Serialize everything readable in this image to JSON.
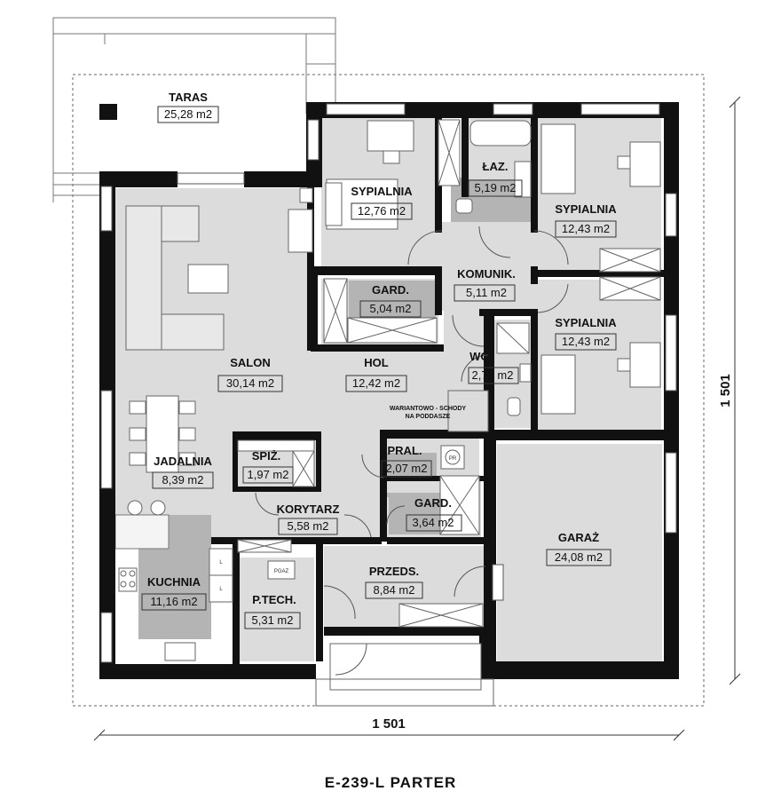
{
  "plan_title": "E-239-L PARTER",
  "dimensions": {
    "width": "1 501",
    "height": "1 501"
  },
  "rooms": {
    "taras": {
      "name": "TARAS",
      "area": "25,28 m2"
    },
    "sypialnia1": {
      "name": "SYPIALNIA",
      "area": "12,76 m2"
    },
    "lazienka": {
      "name": "ŁAZ.",
      "area": "5,19 m2"
    },
    "sypialnia2": {
      "name": "SYPIALNIA",
      "area": "12,43 m2"
    },
    "sypialnia3": {
      "name": "SYPIALNIA",
      "area": "12,43 m2"
    },
    "garderoba1": {
      "name": "GARD.",
      "area": "5,04 m2"
    },
    "komunikacja": {
      "name": "KOMUNIK.",
      "area": "5,11 m2"
    },
    "salon": {
      "name": "SALON",
      "area": "30,14 m2"
    },
    "hol": {
      "name": "HOL",
      "area": "12,42 m2"
    },
    "wc": {
      "name": "WC",
      "area": "2,79 m2"
    },
    "jadalnia": {
      "name": "JADALNIA",
      "area": "8,39 m2"
    },
    "spizarnia": {
      "name": "SPIŻ.",
      "area": "1,97 m2"
    },
    "pralnia": {
      "name": "PRAL.",
      "area": "2,07 m2"
    },
    "garderoba2": {
      "name": "GARD.",
      "area": "3,64 m2"
    },
    "korytarz": {
      "name": "KORYTARZ",
      "area": "5,58 m2"
    },
    "garaz": {
      "name": "GARAŻ",
      "area": "24,08 m2"
    },
    "kuchnia": {
      "name": "KUCHNIA",
      "area": "11,16 m2"
    },
    "przedsionek": {
      "name": "PRZEDS.",
      "area": "8,84 m2"
    },
    "ptech": {
      "name": "P.TECH.",
      "area": "5,31 m2"
    }
  },
  "notes": {
    "stairs_line1": "WARIANTOWO - SCHODY",
    "stairs_line2": "NA PODDASZE",
    "pgaz": "PGAZ",
    "fridge_l1": "L",
    "fridge_l2": "L",
    "pr": "PR"
  },
  "colors": {
    "wall": "#111111",
    "floor": "#dcdcdc",
    "dark_floor": "#b4b4b4"
  }
}
